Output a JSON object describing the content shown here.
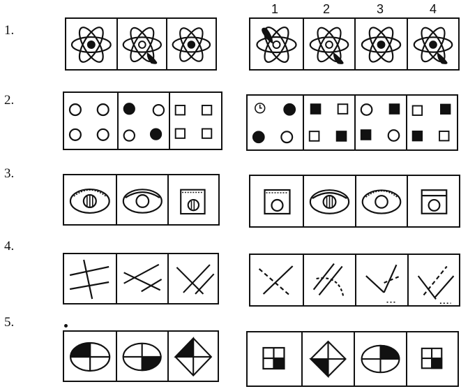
{
  "row_numbers": [
    "1.",
    "2.",
    "3.",
    "4.",
    "5."
  ],
  "option_numbers": [
    "1",
    "2",
    "3",
    "4"
  ]
}
